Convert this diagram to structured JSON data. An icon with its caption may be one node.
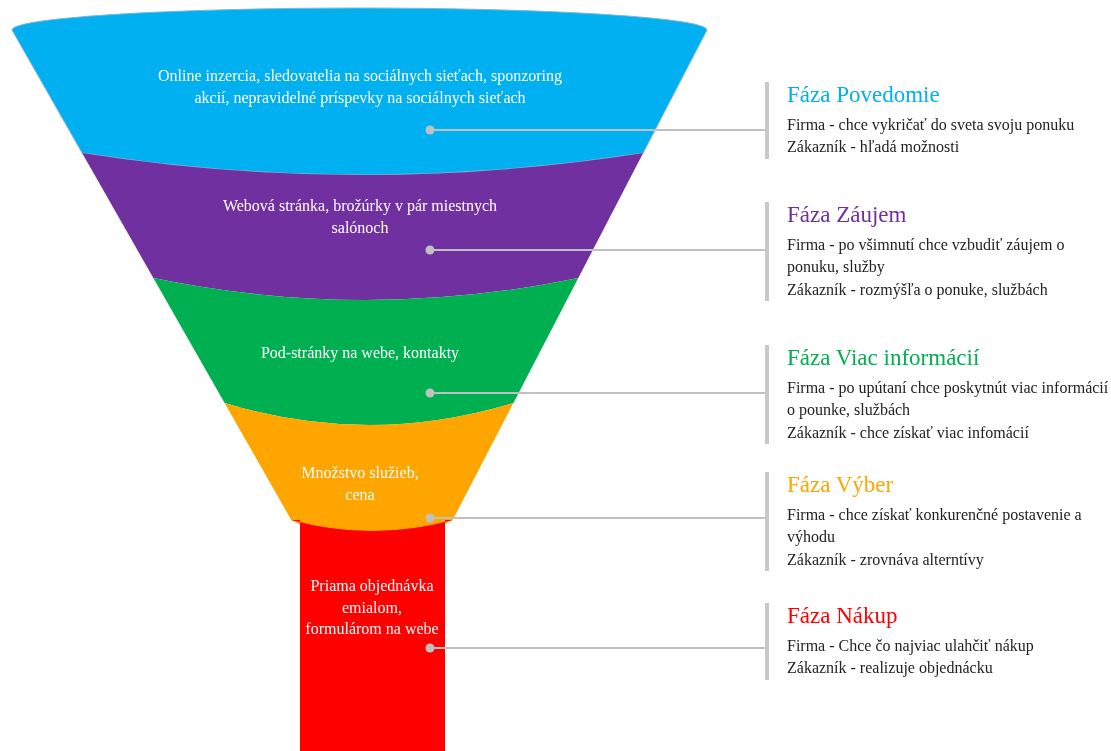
{
  "diagram": {
    "nodes": [
      {
        "text": [
          "Online inzercia, sledovatelia na sociálnych sieťach, sponzoring akcií, nepravidelné príspevky na sociálnych sieťach"
        ]
      },
      {
        "text": [
          "Webová stránka, brožúrky v pár miestnych salónoch"
        ]
      },
      {
        "text": [
          "Pod-stránky na webe, kontakty"
        ]
      },
      {
        "text": [
          "Množstvo služieb, cena"
        ]
      },
      {
        "text": [
          "Priama objednávka emialom, formulárom na webe"
        ]
      },
      {
        "text": [
          "Fáza Povedomie",
          "Firma - chce vykričať do sveta svoju ponuku",
          "Zákazník - hľadá možnosti"
        ]
      },
      {
        "text": [
          "Fáza Záujem",
          "Firma - po všimnutí chce vzbudiť záujem o ponuku, služby",
          "Zákazník - rozmýšľa o ponuke, službách"
        ]
      },
      {
        "text": [
          "Fáza Viac informácií",
          "Firma - po upútaní chce poskytnút viac informácií o pounke, službách",
          "Zákazník - chce získať viac infomácií"
        ]
      },
      {
        "text": [
          "Fáza Výber",
          "Firma - chce získať konkurenčné postavenie a výhodu",
          "Zákazník - zrovnáva alterntívy"
        ]
      },
      {
        "text": [
          "Fáza Nákup",
          "Firma - Chce čo najviac ulahčiť nákup",
          "Zákazník - realizuje objednácku"
        ]
      }
    ],
    "edges": [
      {
        "from": 0,
        "to": 5,
        "arrow": "other"
      },
      {
        "from": 1,
        "to": 6,
        "arrow": "other"
      },
      {
        "from": 2,
        "to": 7,
        "arrow": "other"
      },
      {
        "from": 3,
        "to": 8,
        "arrow": "other"
      },
      {
        "from": 4,
        "to": 9,
        "arrow": "other"
      }
    ]
  }
}
